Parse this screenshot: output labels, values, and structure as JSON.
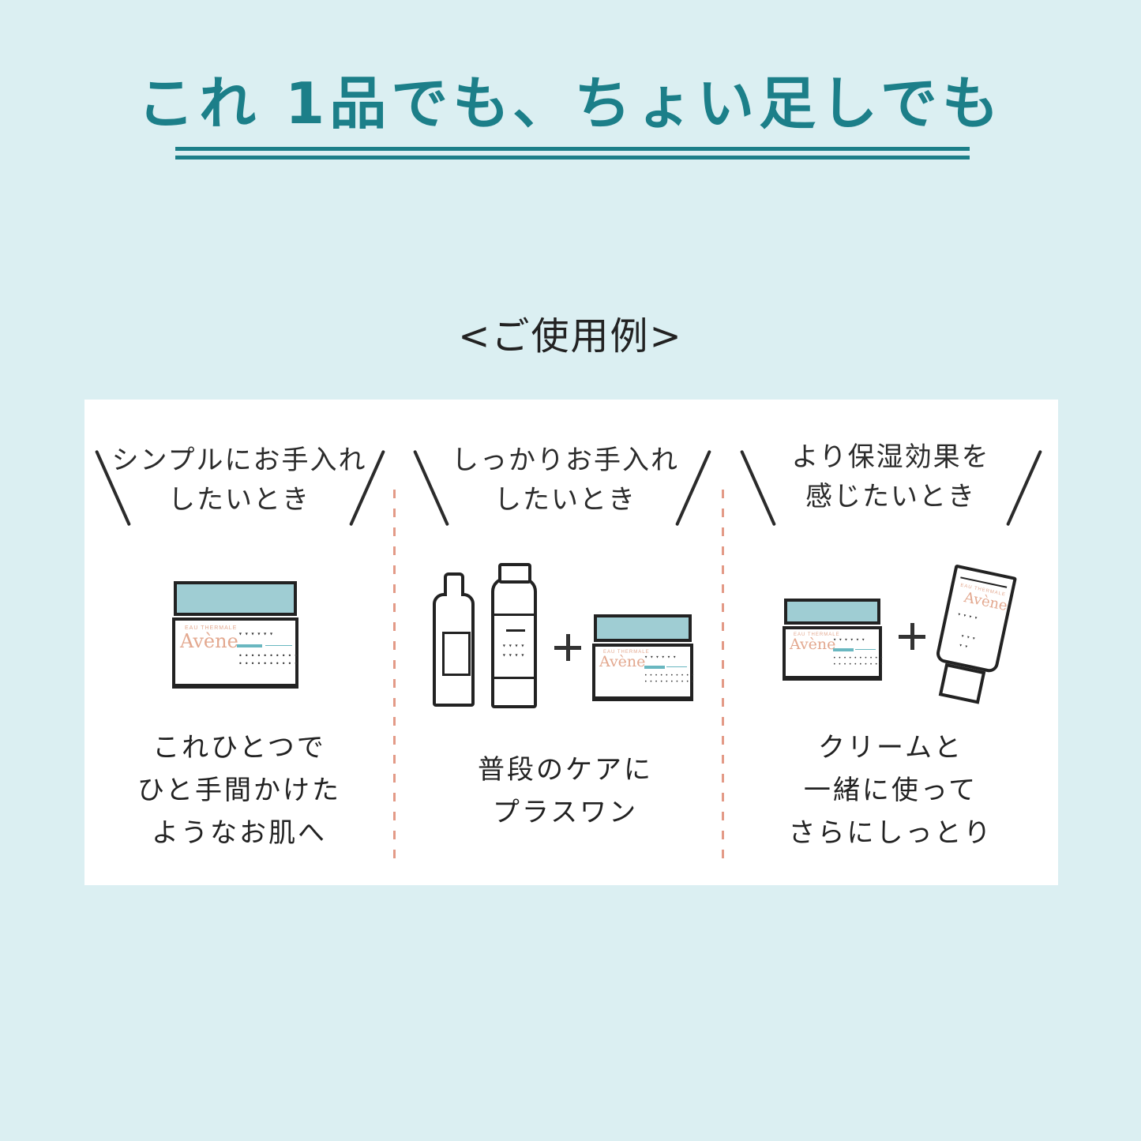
{
  "header": {
    "headline": "これ 1品でも、ちょい足しでも",
    "accent_color": "#1c7f89"
  },
  "section": {
    "subtitle": "<ご使用例>"
  },
  "usage_examples": [
    {
      "heading_line1": "シンプルにお手入れ",
      "heading_line2": "したいとき",
      "products": [
        "cream-jar"
      ],
      "caption_line1": "これひとつで",
      "caption_line2": "ひと手間かけた",
      "caption_line3": "ようなお肌へ"
    },
    {
      "heading_line1": "しっかりお手入れ",
      "heading_line2": "したいとき",
      "products": [
        "lotion-bottle",
        "tall-bottle",
        "plus-icon",
        "cream-jar"
      ],
      "caption_line1": "普段のケアに",
      "caption_line2": "プラスワン"
    },
    {
      "heading_line1": "より保湿効果を",
      "heading_line2": "感じたいとき",
      "products": [
        "cream-jar",
        "plus-icon",
        "cream-tube"
      ],
      "caption_line1": "クリームと",
      "caption_line2": "一緒に使って",
      "caption_line3": "さらにしっとり"
    }
  ],
  "product_label": {
    "brand": "Avène",
    "brand_top": "EAU THERMALE",
    "dots_row": "▾▾▾▾▾▾",
    "dots_small": "••••••••••"
  },
  "colors": {
    "background": "#dbeff2",
    "panel": "#ffffff",
    "divider": "#e39a87",
    "lid": "#9fcdd3",
    "brand": "#e3a88f"
  }
}
